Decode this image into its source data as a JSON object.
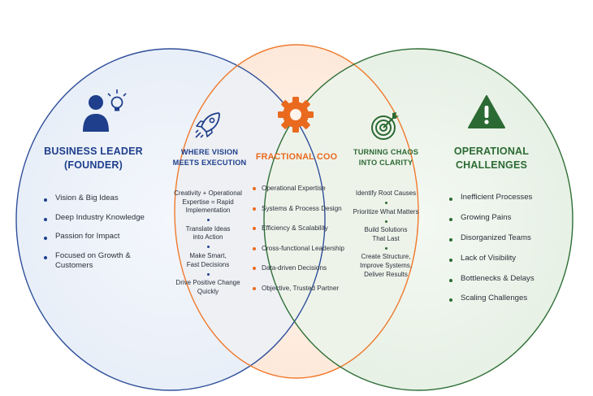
{
  "colors": {
    "blue": "#1f3f8c",
    "orange": "#e96a1e",
    "green": "#2c6a33"
  },
  "leader": {
    "icon": "person-with-lightbulb-icon",
    "title_line1": "BUSINESS LEADER",
    "title_line2": "(FOUNDER)",
    "items": [
      "Vision & Big Ideas",
      "Deep Industry Knowledge",
      "Passion for Impact",
      "Focused on Growth & Customers"
    ]
  },
  "vision": {
    "icon": "rocket-icon",
    "title_line1": "WHERE VISION",
    "title_line2": "MEETS EXECUTION",
    "items": [
      [
        "Creativity + Operational",
        "Expertise = Rapid",
        "Implementation"
      ],
      [
        "Translate Ideas",
        "into Action"
      ],
      [
        "Make Smart,",
        "Fast Decisions"
      ],
      [
        "Drive Positive Change",
        "Quickly"
      ]
    ]
  },
  "coo": {
    "icon": "gear-icon",
    "title": "FRACTIONAL COO",
    "items": [
      "Operational Expertise",
      "Systems & Process Design",
      "Efficiency & Scalability",
      "Cross-functional Leadership",
      "Data-driven Decisions",
      "Objective, Trusted Partner"
    ]
  },
  "clarity": {
    "icon": "target-icon",
    "title_line1": "TURNING CHAOS",
    "title_line2": "INTO CLARITY",
    "items": [
      [
        "Identify Root Causes"
      ],
      [
        "Prioritize What Matters"
      ],
      [
        "Build Solutions",
        "That Last"
      ],
      [
        "Create Structure,",
        "Improve Systems,",
        "Deliver Results"
      ]
    ]
  },
  "challenges": {
    "icon": "warning-icon",
    "title_line1": "OPERATIONAL",
    "title_line2": "CHALLENGES",
    "items": [
      "Inefficient Processes",
      "Growing Pains",
      "Disorganized Teams",
      "Lack of Visibility",
      "Bottlenecks & Delays",
      "Scaling Challenges"
    ]
  }
}
